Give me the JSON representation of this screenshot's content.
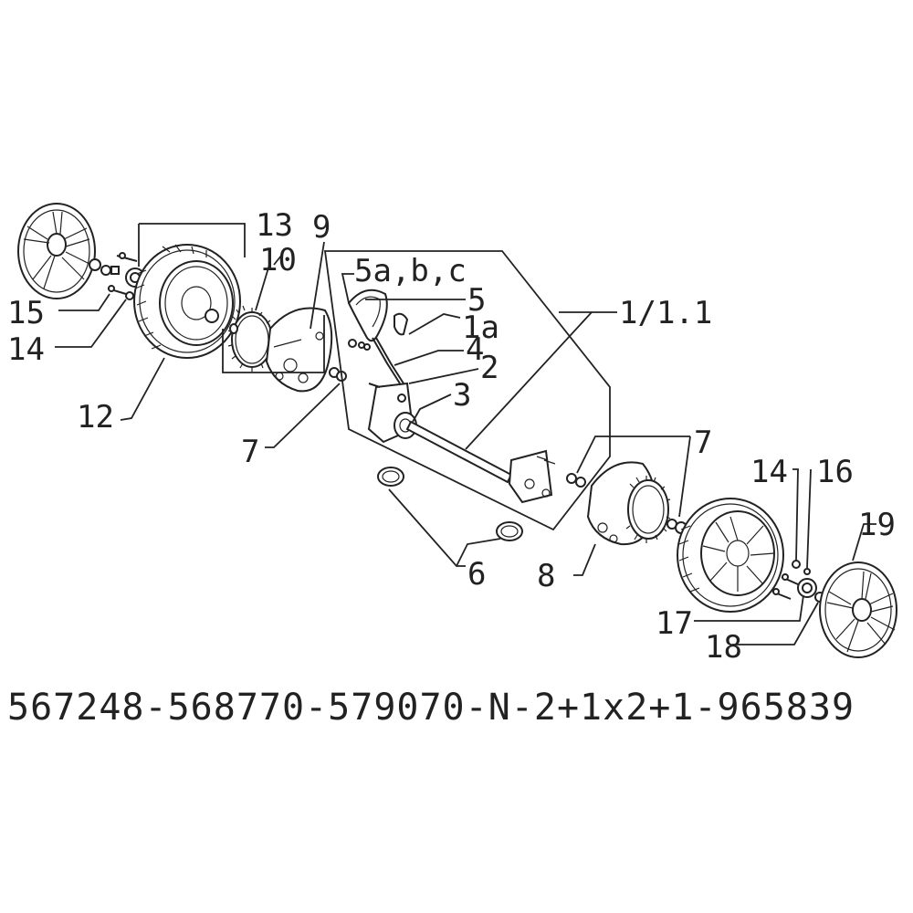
{
  "callouts": {
    "c1": "1/1.1",
    "c1a": "1a",
    "c2": "2",
    "c3": "3",
    "c4": "4",
    "c5": "5",
    "c5abc": "5a,b,c",
    "c6": "6",
    "c7_left": "7",
    "c7_right": "7",
    "c8": "8",
    "c9": "9",
    "c10": "10",
    "c12": "12",
    "c13": "13",
    "c14_left": "14",
    "c14_right": "14",
    "c15": "15",
    "c16": "16",
    "c17": "17",
    "c18": "18",
    "c19": "19"
  },
  "part_number": "567248-568770-579070-N-2+1x2+1-965839"
}
